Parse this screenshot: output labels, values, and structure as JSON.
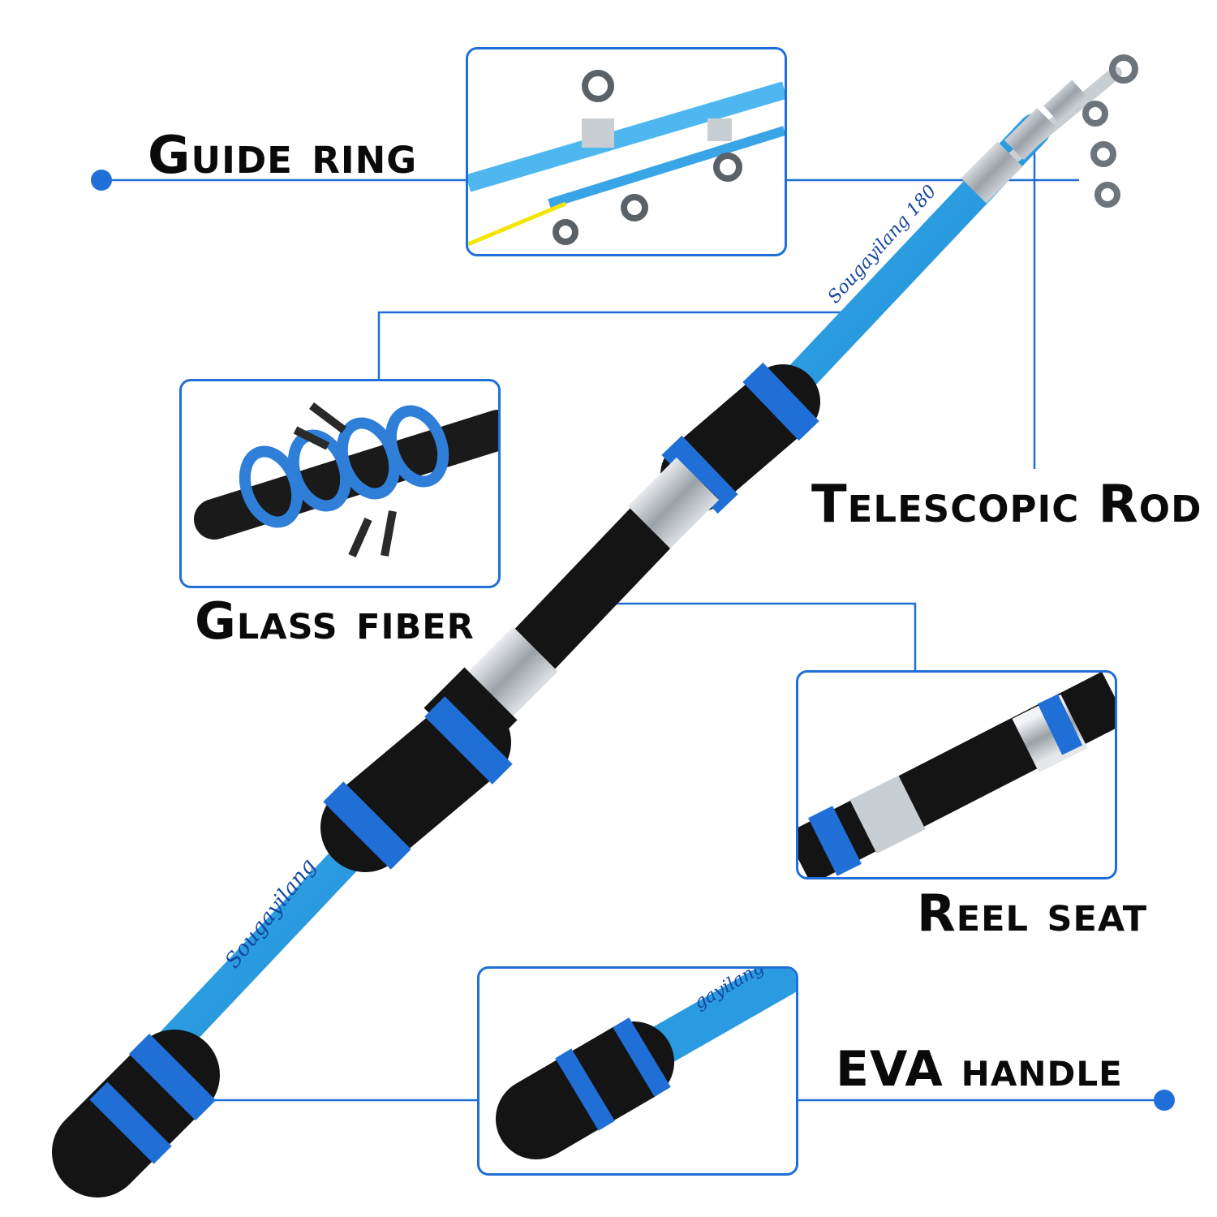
{
  "labels": {
    "guide_ring": "Guide ring",
    "telescopic_rod": "Telescopic Rod",
    "glass_fiber": "Glass fiber",
    "reel_seat": "Reel seat",
    "eva_handle": "EVA handle"
  },
  "brand_text": {
    "rod_upper": "Sougayilang 180",
    "rod_lower": "Sougayilang",
    "handle_detail": "gayilang"
  },
  "colors": {
    "accent": "#1f6fd6",
    "rod_blue": "#2a9be0",
    "grip_black": "#141414",
    "chrome": "#c9ced3",
    "line_yellow": "#f2e600",
    "text": "#0a0a0a"
  }
}
